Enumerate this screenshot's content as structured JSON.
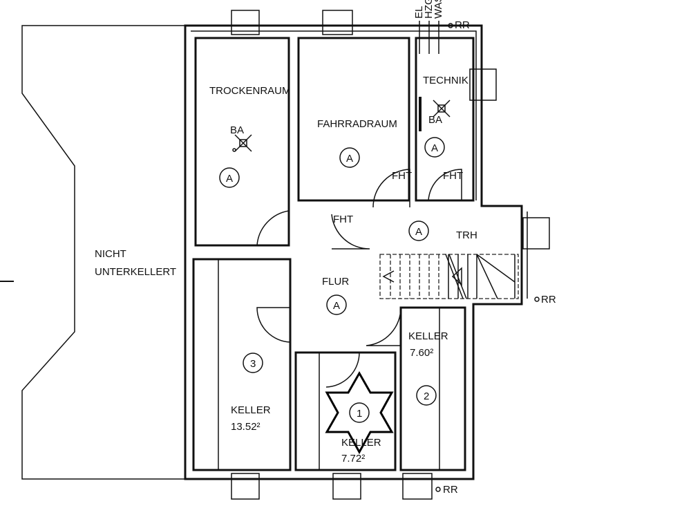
{
  "plan": {
    "rooms": {
      "trockenraum": "TROCKENRAUM",
      "fahrradraum": "FAHRRADRAUM",
      "technik": "TECHNIK",
      "trh": "TRH",
      "flur": "FLUR",
      "nicht_unterkellert_1": "NICHT",
      "nicht_unterkellert_2": "UNTERKELLERT",
      "keller3_label": "KELLER",
      "keller3_area": "13.52²",
      "keller2_label": "KELLER",
      "keller2_area": "7.60²",
      "keller1_label": "KELLER",
      "keller1_area": "7.72²"
    },
    "markers": {
      "a": "A",
      "ba": "BA",
      "fht": "FHT",
      "rr": "RR",
      "keller1_num": "1",
      "keller2_num": "2",
      "keller3_num": "3"
    },
    "utilities": [
      "EL",
      "HZG",
      "WAS"
    ]
  }
}
